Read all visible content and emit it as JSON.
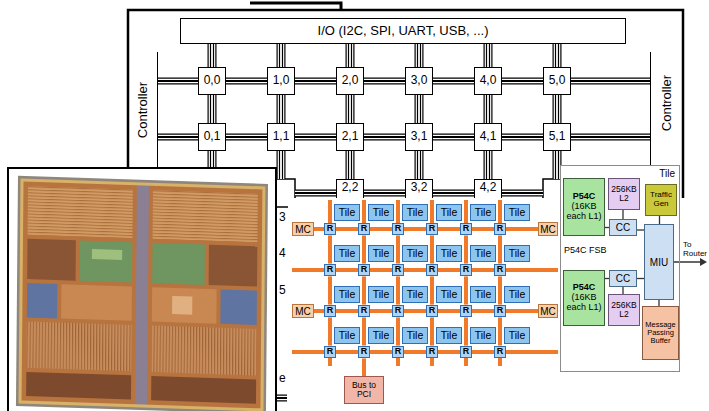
{
  "diagram": {
    "nodes": [
      {
        "text": [
          "I/O (I2C, SPI, UART, USB, ...)"
        ]
      },
      {
        "text": [
          "Controller"
        ]
      },
      {
        "text": [
          "Controller"
        ]
      },
      {
        "text": [
          "0,0"
        ]
      },
      {
        "text": [
          "1,0"
        ]
      },
      {
        "text": [
          "2,0"
        ]
      },
      {
        "text": [
          "3,0"
        ]
      },
      {
        "text": [
          "4,0"
        ]
      },
      {
        "text": [
          "5,0"
        ]
      },
      {
        "text": [
          "0,1"
        ]
      },
      {
        "text": [
          "1,1"
        ]
      },
      {
        "text": [
          "2,1"
        ]
      },
      {
        "text": [
          "3,1"
        ]
      },
      {
        "text": [
          "4,1"
        ]
      },
      {
        "text": [
          "5,1"
        ]
      },
      {
        "text": [
          "2,2"
        ]
      },
      {
        "text": [
          "3,2"
        ]
      },
      {
        "text": [
          "4,2"
        ]
      },
      {
        "text": [
          "MC"
        ]
      },
      {
        "text": [
          "MC"
        ]
      },
      {
        "text": [
          "MC"
        ]
      },
      {
        "text": [
          "MC"
        ]
      },
      {
        "text": [
          "Tile"
        ]
      },
      {
        "text": [
          "Tile"
        ]
      },
      {
        "text": [
          "Tile"
        ]
      },
      {
        "text": [
          "Tile"
        ]
      },
      {
        "text": [
          "Tile"
        ]
      },
      {
        "text": [
          "Tile"
        ]
      },
      {
        "text": [
          "Tile"
        ]
      },
      {
        "text": [
          "Tile"
        ]
      },
      {
        "text": [
          "Tile"
        ]
      },
      {
        "text": [
          "Tile"
        ]
      },
      {
        "text": [
          "Tile"
        ]
      },
      {
        "text": [
          "Tile"
        ]
      },
      {
        "text": [
          "Tile"
        ]
      },
      {
        "text": [
          "Tile"
        ]
      },
      {
        "text": [
          "Tile"
        ]
      },
      {
        "text": [
          "Tile"
        ]
      },
      {
        "text": [
          "Tile"
        ]
      },
      {
        "text": [
          "Tile"
        ]
      },
      {
        "text": [
          "Tile"
        ]
      },
      {
        "text": [
          "Tile"
        ]
      },
      {
        "text": [
          "Tile"
        ]
      },
      {
        "text": [
          "Tile"
        ]
      },
      {
        "text": [
          "Tile"
        ]
      },
      {
        "text": [
          "Tile"
        ]
      },
      {
        "text": [
          "R"
        ]
      },
      {
        "text": [
          "R"
        ]
      },
      {
        "text": [
          "R"
        ]
      },
      {
        "text": [
          "R"
        ]
      },
      {
        "text": [
          "R"
        ]
      },
      {
        "text": [
          "R"
        ]
      },
      {
        "text": [
          "R"
        ]
      },
      {
        "text": [
          "R"
        ]
      },
      {
        "text": [
          "R"
        ]
      },
      {
        "text": [
          "R"
        ]
      },
      {
        "text": [
          "R"
        ]
      },
      {
        "text": [
          "R"
        ]
      },
      {
        "text": [
          "R"
        ]
      },
      {
        "text": [
          "R"
        ]
      },
      {
        "text": [
          "R"
        ]
      },
      {
        "text": [
          "R"
        ]
      },
      {
        "text": [
          "R"
        ]
      },
      {
        "text": [
          "R"
        ]
      },
      {
        "text": [
          "R"
        ]
      },
      {
        "text": [
          "R"
        ]
      },
      {
        "text": [
          "R"
        ]
      },
      {
        "text": [
          "R"
        ]
      },
      {
        "text": [
          "R"
        ]
      },
      {
        "text": [
          "R"
        ]
      },
      {
        "text": [
          "Bus to PCI"
        ]
      },
      {
        "text": [
          "Tile"
        ]
      },
      {
        "text": [
          "P54C",
          "(16KB each L1)"
        ],
        "in": 71
      },
      {
        "text": [
          "256KB L2"
        ],
        "in": 71
      },
      {
        "text": [
          "Traffic Gen"
        ],
        "in": 71
      },
      {
        "text": [
          "CC"
        ],
        "in": 71
      },
      {
        "text": [
          "MIU"
        ],
        "in": 71
      },
      {
        "text": [
          "CC"
        ],
        "in": 71
      },
      {
        "text": [
          "P54C",
          "(16KB each L1)"
        ],
        "in": 71
      },
      {
        "text": [
          "256KB L2"
        ],
        "in": 71
      },
      {
        "text": [
          "Message Passing Buffer"
        ],
        "in": 71
      }
    ],
    "edges": [
      {
        "from": 0,
        "to": 3,
        "arrow": "none"
      },
      {
        "from": 0,
        "to": 4,
        "arrow": "none"
      },
      {
        "from": 0,
        "to": 5,
        "arrow": "none"
      },
      {
        "from": 0,
        "to": 6,
        "arrow": "none"
      },
      {
        "from": 0,
        "to": 7,
        "arrow": "none"
      },
      {
        "from": 0,
        "to": 8,
        "arrow": "none"
      },
      {
        "from": 1,
        "to": 3,
        "arrow": "none"
      },
      {
        "from": 1,
        "to": 9,
        "arrow": "none"
      },
      {
        "from": 3,
        "to": 4,
        "arrow": "none"
      },
      {
        "from": 4,
        "to": 5,
        "arrow": "none"
      },
      {
        "from": 5,
        "to": 6,
        "arrow": "none"
      },
      {
        "from": 6,
        "to": 7,
        "arrow": "none"
      },
      {
        "from": 7,
        "to": 8,
        "arrow": "none"
      },
      {
        "from": 9,
        "to": 10,
        "arrow": "none"
      },
      {
        "from": 10,
        "to": 11,
        "arrow": "none"
      },
      {
        "from": 11,
        "to": 12,
        "arrow": "none"
      },
      {
        "from": 12,
        "to": 13,
        "arrow": "none"
      },
      {
        "from": 13,
        "to": 14,
        "arrow": "none"
      },
      {
        "from": 8,
        "to": 2,
        "arrow": "none"
      },
      {
        "from": 14,
        "to": 2,
        "arrow": "none"
      },
      {
        "from": 3,
        "to": 9,
        "arrow": "none"
      },
      {
        "from": 4,
        "to": 10,
        "arrow": "none"
      },
      {
        "from": 5,
        "to": 11,
        "arrow": "none"
      },
      {
        "from": 6,
        "to": 12,
        "arrow": "none"
      },
      {
        "from": 7,
        "to": 13,
        "arrow": "none"
      },
      {
        "from": 8,
        "to": 14,
        "arrow": "none"
      },
      {
        "from": 11,
        "to": 15,
        "arrow": "none"
      },
      {
        "from": 12,
        "to": 16,
        "arrow": "none"
      },
      {
        "from": 13,
        "to": 17,
        "arrow": "none"
      },
      {
        "from": 15,
        "to": 16,
        "arrow": "none"
      },
      {
        "from": 16,
        "to": 17,
        "arrow": "none"
      },
      {
        "from": 18,
        "to": 46,
        "arrow": "none"
      },
      {
        "from": 51,
        "to": 19,
        "arrow": "none"
      },
      {
        "from": 20,
        "to": 58,
        "arrow": "none"
      },
      {
        "from": 63,
        "to": 21,
        "arrow": "none"
      },
      {
        "from": 46,
        "to": 47,
        "arrow": "none"
      },
      {
        "from": 47,
        "to": 48,
        "arrow": "none"
      },
      {
        "from": 48,
        "to": 49,
        "arrow": "none"
      },
      {
        "from": 49,
        "to": 50,
        "arrow": "none"
      },
      {
        "from": 50,
        "to": 51,
        "arrow": "none"
      },
      {
        "from": 52,
        "to": 53,
        "arrow": "none"
      },
      {
        "from": 53,
        "to": 54,
        "arrow": "none"
      },
      {
        "from": 54,
        "to": 55,
        "arrow": "none"
      },
      {
        "from": 55,
        "to": 56,
        "arrow": "none"
      },
      {
        "from": 56,
        "to": 57,
        "arrow": "none"
      },
      {
        "from": 58,
        "to": 59,
        "arrow": "none"
      },
      {
        "from": 59,
        "to": 60,
        "arrow": "none"
      },
      {
        "from": 60,
        "to": 61,
        "arrow": "none"
      },
      {
        "from": 61,
        "to": 62,
        "arrow": "none"
      },
      {
        "from": 62,
        "to": 63,
        "arrow": "none"
      },
      {
        "from": 64,
        "to": 65,
        "arrow": "none"
      },
      {
        "from": 65,
        "to": 66,
        "arrow": "none"
      },
      {
        "from": 66,
        "to": 67,
        "arrow": "none"
      },
      {
        "from": 67,
        "to": 68,
        "arrow": "none"
      },
      {
        "from": 68,
        "to": 69,
        "arrow": "none"
      },
      {
        "from": 46,
        "to": 52,
        "arrow": "none"
      },
      {
        "from": 47,
        "to": 53,
        "arrow": "none"
      },
      {
        "from": 48,
        "to": 54,
        "arrow": "none"
      },
      {
        "from": 49,
        "to": 55,
        "arrow": "none"
      },
      {
        "from": 50,
        "to": 56,
        "arrow": "none"
      },
      {
        "from": 51,
        "to": 57,
        "arrow": "none"
      },
      {
        "from": 52,
        "to": 58,
        "arrow": "none"
      },
      {
        "from": 53,
        "to": 59,
        "arrow": "none"
      },
      {
        "from": 54,
        "to": 60,
        "arrow": "none"
      },
      {
        "from": 55,
        "to": 61,
        "arrow": "none"
      },
      {
        "from": 56,
        "to": 62,
        "arrow": "none"
      },
      {
        "from": 57,
        "to": 63,
        "arrow": "none"
      },
      {
        "from": 58,
        "to": 64,
        "arrow": "none"
      },
      {
        "from": 59,
        "to": 65,
        "arrow": "none"
      },
      {
        "from": 60,
        "to": 66,
        "arrow": "none"
      },
      {
        "from": 61,
        "to": 67,
        "arrow": "none"
      },
      {
        "from": 62,
        "to": 68,
        "arrow": "none"
      },
      {
        "from": 63,
        "to": 69,
        "arrow": "none"
      },
      {
        "from": 65,
        "to": 70,
        "arrow": "none"
      },
      {
        "from": 72,
        "to": 75,
        "arrow": "none"
      },
      {
        "from": 73,
        "to": 75,
        "arrow": "none"
      },
      {
        "from": 75,
        "to": 76,
        "arrow": "none"
      },
      {
        "from": 74,
        "to": 76,
        "arrow": "none"
      },
      {
        "from": 77,
        "to": 76,
        "arrow": "none"
      },
      {
        "from": 78,
        "to": 77,
        "arrow": "none"
      },
      {
        "from": 79,
        "to": 77,
        "arrow": "none"
      },
      {
        "from": 80,
        "to": 76,
        "arrow": "none"
      }
    ],
    "labels": [
      "3",
      "4",
      "5",
      "e",
      "P54C FSB",
      "To Router"
    ]
  }
}
